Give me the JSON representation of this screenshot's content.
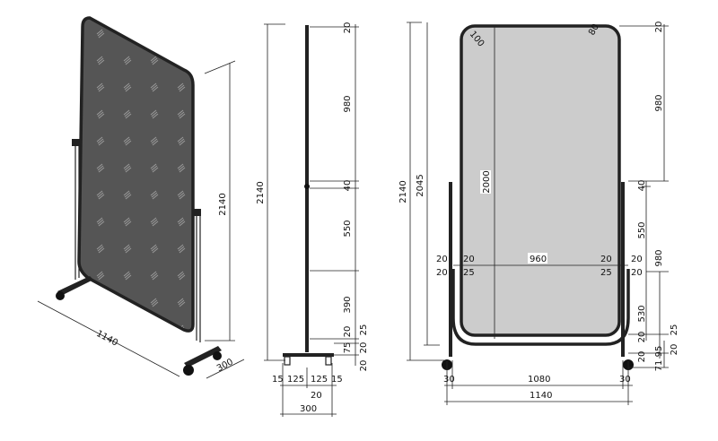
{
  "colors": {
    "line": "#222222",
    "panel_front": "#cccccc",
    "panel_iso": "#555555",
    "background": "#ffffff"
  },
  "iso_view": {
    "height": "2140",
    "width": "1140",
    "depth": "300"
  },
  "side_view": {
    "total_height": "2140",
    "right_dims": [
      "20",
      "980",
      "40",
      "550",
      "390",
      "20",
      "25",
      "75",
      "20",
      "20"
    ],
    "bottom_dims": [
      "15",
      "125",
      "125",
      "15",
      "20"
    ],
    "base_width": "300"
  },
  "front_view": {
    "total_height": "2140",
    "frame_height": "2045",
    "panel_height": "2000",
    "radius_left": "100",
    "radius_right": "80",
    "right_dims": [
      "20",
      "980",
      "40",
      "550",
      "980",
      "530",
      "20",
      "25",
      "20",
      "95",
      "20",
      "71"
    ],
    "mid_dims": {
      "left_outer_top": "20",
      "left_outer_bottom": "20",
      "left_inner_top": "20",
      "left_inner_bottom": "25",
      "panel_width": "960",
      "right_inner_top": "20",
      "right_inner_bottom": "25",
      "right_outer_top": "20",
      "right_outer_bottom": "20"
    },
    "bottom_dims": [
      "30",
      "1080",
      "30"
    ],
    "overall_width": "1140"
  }
}
